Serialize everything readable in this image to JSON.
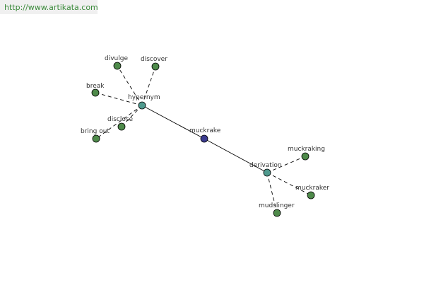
{
  "header": {
    "url": "http://www.artikata.com"
  },
  "colors": {
    "root_node": "#3b3b8f",
    "relation_node": "#4f9a8e",
    "leaf_node": "#4e8a4a",
    "url_text": "#3a8a3a",
    "edge": "#000000"
  },
  "graph": {
    "root": {
      "id": "muckrake",
      "label": "muckrake"
    },
    "relations": [
      {
        "id": "hypernym",
        "label": "hypernym",
        "children": [
          {
            "id": "divulge",
            "label": "divulge"
          },
          {
            "id": "discover",
            "label": "discover"
          },
          {
            "id": "break",
            "label": "break"
          },
          {
            "id": "disclose",
            "label": "disclose"
          },
          {
            "id": "bring-out",
            "label": "bring out"
          }
        ]
      },
      {
        "id": "derivation",
        "label": "derivation",
        "children": [
          {
            "id": "muckraking",
            "label": "muckraking"
          },
          {
            "id": "muckraker",
            "label": "muckraker"
          },
          {
            "id": "mudslinger",
            "label": "mudslinger"
          }
        ]
      }
    ]
  }
}
